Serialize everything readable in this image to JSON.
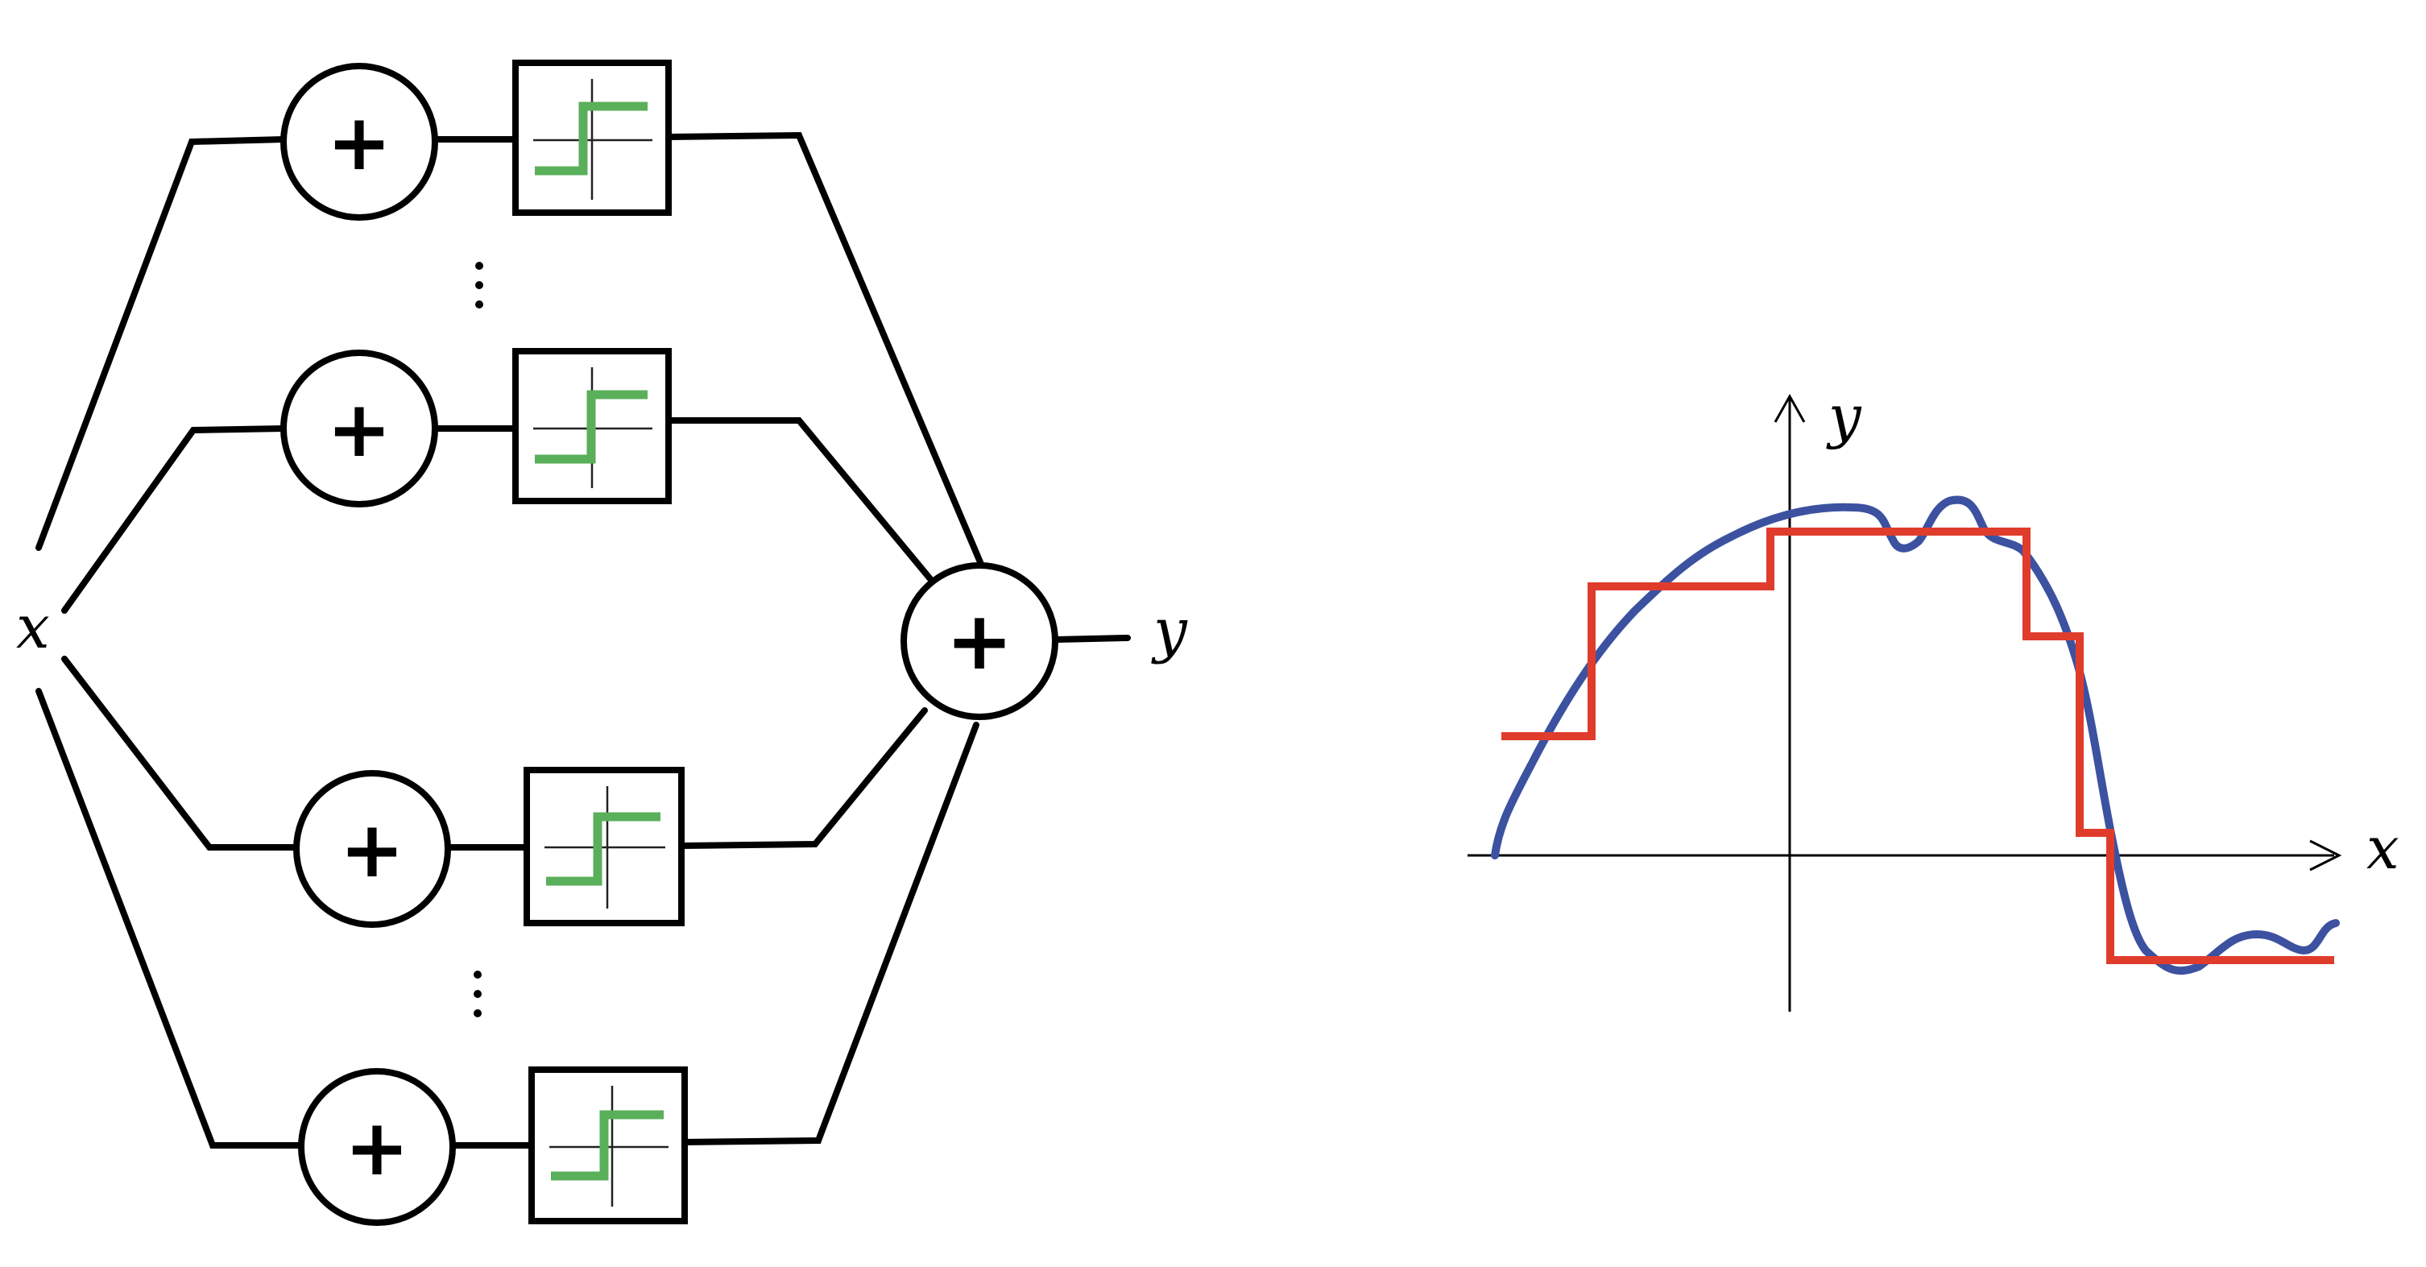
{
  "network": {
    "input_label": "x",
    "output_label": "y",
    "sum_symbol": "+",
    "ellipsis": "⋮",
    "branch_node": "sum-node-with-step-activation",
    "branch_count_shown": 4,
    "colors": {
      "line": "#000000",
      "activation": "#5aaf5a"
    }
  },
  "plot": {
    "x_label": "x",
    "y_label": "y",
    "colors": {
      "axis": "#000000",
      "target_curve": "#3c52a0",
      "approximation": "#e03c2c"
    }
  }
}
